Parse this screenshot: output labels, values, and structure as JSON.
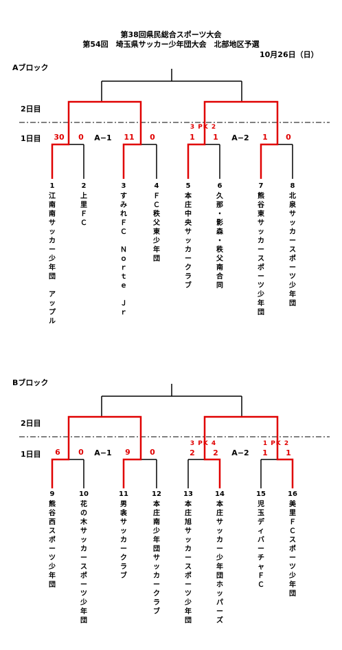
{
  "header": {
    "line1": "第38回県民総合スポーツ大会",
    "line2": "第54回　埼玉県サッカー少年団大会　北部地区予選",
    "date": "10月26日（日）"
  },
  "colors": {
    "winner_line": "#e00000",
    "line": "#000000"
  },
  "blocks": [
    {
      "title": "Aブロック",
      "round2_label": "2日目",
      "round1_label": "1日目",
      "matches": [
        {
          "label": "A−1",
          "score_left": "30",
          "score_right": "0",
          "pk": ""
        },
        {
          "label": "",
          "score_left": "11",
          "score_right": "0",
          "pk": ""
        },
        {
          "label": "",
          "score_left": "1",
          "score_right": "1",
          "pk": "3 PK 2"
        },
        {
          "label": "A−2",
          "score_left": "1",
          "score_right": "0",
          "pk": ""
        }
      ],
      "teams": [
        {
          "num": "1",
          "name": "江南南サッカー少年団　アップル"
        },
        {
          "num": "2",
          "name": "上里ＦＣ"
        },
        {
          "num": "3",
          "name": "すみれＦＣ　Ｎｏｒｔｅ　Ｊｒ"
        },
        {
          "num": "4",
          "name": "ＦＣ秩父東少年団"
        },
        {
          "num": "5",
          "name": "本庄中央サッカークラブ"
        },
        {
          "num": "6",
          "name": "久那・影森・秩父南合同"
        },
        {
          "num": "7",
          "name": "熊谷東サッカースポーツ少年団"
        },
        {
          "num": "8",
          "name": "北泉サッカースポーツ少年団"
        }
      ]
    },
    {
      "title": "Bブロック",
      "round2_label": "2日目",
      "round1_label": "1日目",
      "matches": [
        {
          "label": "A−1",
          "score_left": "6",
          "score_right": "0",
          "pk": ""
        },
        {
          "label": "",
          "score_left": "9",
          "score_right": "0",
          "pk": ""
        },
        {
          "label": "",
          "score_left": "2",
          "score_right": "2",
          "pk": "3 PK 4"
        },
        {
          "label": "A−2",
          "score_left": "1",
          "score_right": "1",
          "pk": "1 PK 2"
        }
      ],
      "teams": [
        {
          "num": "9",
          "name": "熊谷西スポーツ少年団"
        },
        {
          "num": "10",
          "name": "花の木サッカースポーツ少年団"
        },
        {
          "num": "11",
          "name": "男衾サッカークラブ"
        },
        {
          "num": "12",
          "name": "本庄南少年団サッカークラブ"
        },
        {
          "num": "13",
          "name": "本庄旭サッカースポーツ少年団"
        },
        {
          "num": "14",
          "name": "本庄サッカー少年団ホッパーズ"
        },
        {
          "num": "15",
          "name": "児玉ディバーチャＦＣ"
        },
        {
          "num": "16",
          "name": "美里ＦＣスポーツ少年団"
        }
      ]
    }
  ]
}
